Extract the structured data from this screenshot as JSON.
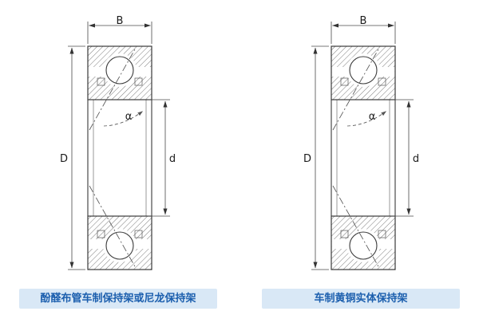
{
  "page": {
    "background": "#ffffff"
  },
  "labels": {
    "width": "B",
    "outer_diameter": "D",
    "bore_diameter": "d",
    "contact_angle": "α"
  },
  "captions": {
    "left": "酚醛布管车制保持架或尼龙保持架",
    "right": "车制黄铜实体保持架"
  },
  "colors": {
    "caption_text": "#1c5fae",
    "caption_background": "#d9e8f6",
    "line": "#3a3a3a"
  }
}
